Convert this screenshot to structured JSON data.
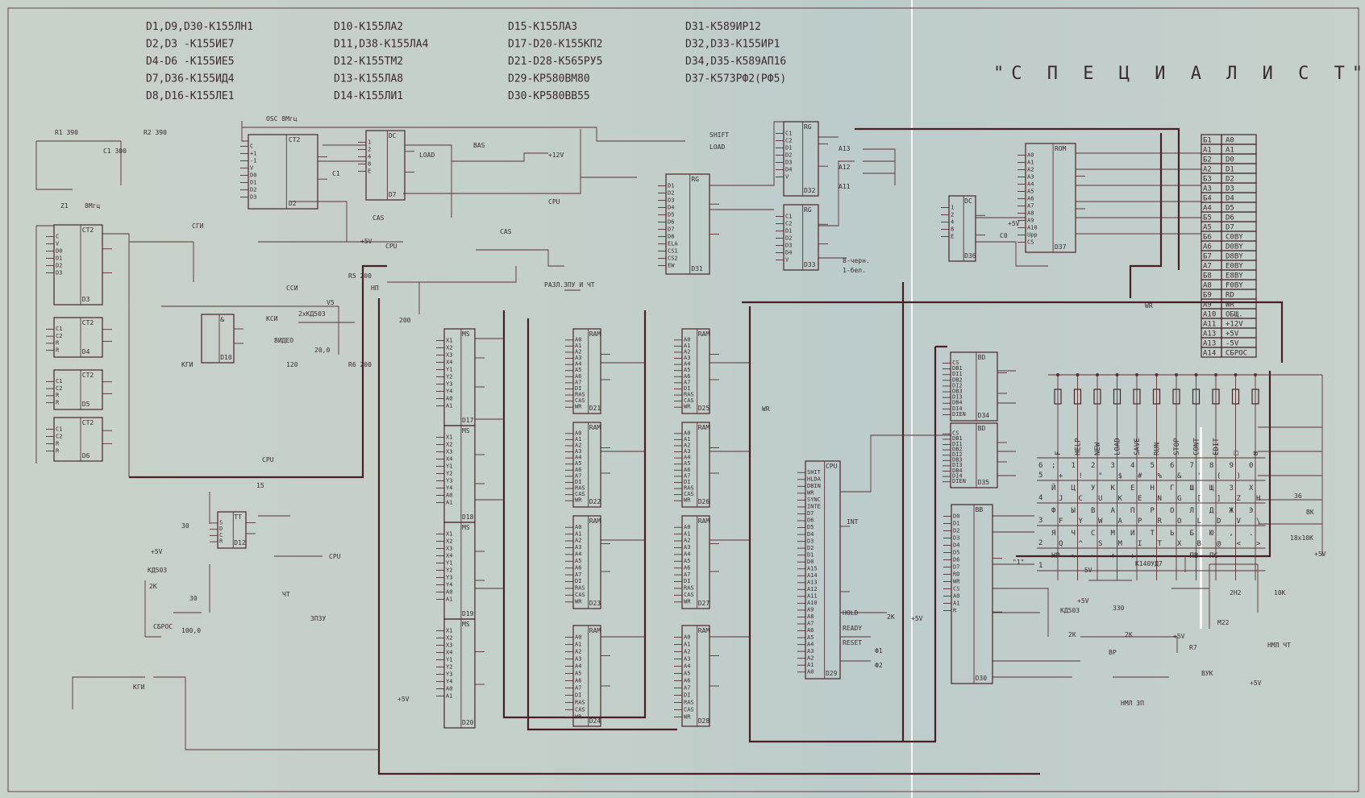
{
  "title": "\"С П Е Ц И А Л И С  Т\"  РУ5",
  "parts_list": [
    [
      "D1,D9,D30-К155ЛН1",
      "D2,D3 -К155ИЕ7",
      "D4-D6 -К155ИЕ5",
      "D7,D36-К155ИД4",
      "D8,D16-К155ЛЕ1"
    ],
    [
      "D10-К155ЛА2",
      "D11,D38-К155ЛА4",
      "D12-К155ТМ2",
      "D13-К155ЛА8",
      "D14-К155ЛИ1"
    ],
    [
      "D15-К155ЛА3",
      "D17-D20-К155КП2",
      "D21-D28-К565РУ5",
      "D29-КР580ВМ80",
      "D30-КР580ВВ55"
    ],
    [
      "D31-К589ИР12",
      "D32,D33-К155ИР1",
      "D34,D35-К589АП16",
      "D37-К573РФ2(РФ5)"
    ]
  ],
  "chips": [
    {
      "id": "D2",
      "type": "CT2",
      "pins": [
        "C",
        "+1",
        "-1",
        "V",
        "D0",
        "D1",
        "D2",
        "D3"
      ]
    },
    {
      "id": "D3",
      "type": "CT2",
      "pins": [
        "C",
        "V",
        "D0",
        "D1",
        "D2",
        "D3"
      ]
    },
    {
      "id": "D4",
      "type": "CT2",
      "pins": [
        "C1",
        "C2",
        "R",
        "R"
      ]
    },
    {
      "id": "D5",
      "type": "CT2",
      "pins": [
        "C1",
        "C2",
        "R",
        "R"
      ]
    },
    {
      "id": "D6",
      "type": "CT2",
      "pins": [
        "C1",
        "C2",
        "R",
        "R"
      ]
    },
    {
      "id": "D7",
      "type": "DC",
      "pins": [
        "1",
        "2",
        "4",
        "8",
        "E"
      ]
    },
    {
      "id": "D10",
      "type": "&",
      "pins": []
    },
    {
      "id": "D12",
      "type": "TT",
      "pins": [
        "S",
        "D",
        "C",
        "R"
      ]
    },
    {
      "id": "D17",
      "type": "MS",
      "pins": [
        "X1",
        "X2",
        "X3",
        "X4",
        "Y1",
        "Y2",
        "Y3",
        "Y4",
        "A0",
        "A1"
      ]
    },
    {
      "id": "D18",
      "type": "MS",
      "pins": [
        "X1",
        "X2",
        "X3",
        "X4",
        "Y1",
        "Y2",
        "Y3",
        "Y4",
        "A0",
        "A1"
      ]
    },
    {
      "id": "D19",
      "type": "MS",
      "pins": [
        "X1",
        "X2",
        "X3",
        "X4",
        "Y1",
        "Y2",
        "Y3",
        "Y4",
        "A0",
        "A1"
      ]
    },
    {
      "id": "D20",
      "type": "MS",
      "pins": [
        "X1",
        "X2",
        "X3",
        "X4",
        "Y1",
        "Y2",
        "Y3",
        "Y4",
        "A0",
        "A1"
      ]
    },
    {
      "id": "D21",
      "type": "RAM",
      "pins": [
        "A0",
        "A1",
        "A2",
        "A3",
        "A4",
        "A5",
        "A6",
        "A7",
        "DI",
        "RAS",
        "CAS",
        "WR"
      ]
    },
    {
      "id": "D22",
      "type": "RAM",
      "pins": [
        "A0",
        "A1",
        "A2",
        "A3",
        "A4",
        "A5",
        "A6",
        "A7",
        "DI",
        "RAS",
        "CAS",
        "WR"
      ]
    },
    {
      "id": "D23",
      "type": "RAM",
      "pins": [
        "A0",
        "A1",
        "A2",
        "A3",
        "A4",
        "A5",
        "A6",
        "A7",
        "DI",
        "RAS",
        "CAS",
        "WR"
      ]
    },
    {
      "id": "D24",
      "type": "RAM",
      "pins": [
        "A0",
        "A1",
        "A2",
        "A3",
        "A4",
        "A5",
        "A6",
        "A7",
        "DI",
        "RAS",
        "CAS",
        "WR"
      ]
    },
    {
      "id": "D25",
      "type": "RAM",
      "pins": [
        "A0",
        "A1",
        "A2",
        "A3",
        "A4",
        "A5",
        "A6",
        "A7",
        "DI",
        "RAS",
        "CAS",
        "WR"
      ]
    },
    {
      "id": "D26",
      "type": "RAM",
      "pins": [
        "A0",
        "A1",
        "A2",
        "A3",
        "A4",
        "A5",
        "A6",
        "A7",
        "DI",
        "RAS",
        "CAS",
        "WR"
      ]
    },
    {
      "id": "D27",
      "type": "RAM",
      "pins": [
        "A0",
        "A1",
        "A2",
        "A3",
        "A4",
        "A5",
        "A6",
        "A7",
        "DI",
        "RAS",
        "CAS",
        "WR"
      ]
    },
    {
      "id": "D28",
      "type": "RAM",
      "pins": [
        "A0",
        "A1",
        "A2",
        "A3",
        "A4",
        "A5",
        "A6",
        "A7",
        "DI",
        "RAS",
        "CAS",
        "WR"
      ]
    },
    {
      "id": "D29",
      "type": "CPU",
      "pins": [
        "SHIT",
        "HLDA",
        "DBIN",
        "WR",
        "SYNC",
        "INTE",
        "D7",
        "D6",
        "D5",
        "D4",
        "D3",
        "D2",
        "D1",
        "D0",
        "A15",
        "A14",
        "A13",
        "A12",
        "A11",
        "A10",
        "A9",
        "A8",
        "A7",
        "A6",
        "A5",
        "A4",
        "A3",
        "A2",
        "A1",
        "A0"
      ]
    },
    {
      "id": "D30",
      "type": "BB",
      "pins": [
        "D0",
        "D1",
        "D2",
        "D3",
        "D4",
        "D5",
        "D6",
        "D7",
        "RD",
        "WR",
        "CS",
        "A0",
        "A1",
        "R"
      ]
    },
    {
      "id": "D31",
      "type": "RG",
      "pins": [
        "D1",
        "D2",
        "D3",
        "D4",
        "D5",
        "D6",
        "D7",
        "D8",
        "ELA",
        "CS1",
        "CS2",
        "EW"
      ]
    },
    {
      "id": "D32",
      "type": "RG",
      "pins": [
        "C1",
        "C2",
        "D1",
        "D2",
        "D3",
        "D4",
        "V"
      ]
    },
    {
      "id": "D33",
      "type": "RG",
      "pins": [
        "C1",
        "C2",
        "D1",
        "D2",
        "D3",
        "D4",
        "V"
      ]
    },
    {
      "id": "D34",
      "type": "BD",
      "pins": [
        "CS",
        "DB1",
        "DI1",
        "DB2",
        "DI2",
        "DB3",
        "DI3",
        "DB4",
        "DI4",
        "DIEN"
      ]
    },
    {
      "id": "D35",
      "type": "BD",
      "pins": [
        "CS",
        "DB1",
        "DI1",
        "DB2",
        "DI2",
        "DB3",
        "DI3",
        "DB4",
        "DI4",
        "DIEN"
      ]
    },
    {
      "id": "D36",
      "type": "DC",
      "pins": [
        "1",
        "2",
        "4",
        "8",
        "E"
      ]
    },
    {
      "id": "D37",
      "type": "ROM",
      "pins": [
        "A0",
        "A1",
        "A2",
        "A3",
        "A4",
        "A5",
        "A6",
        "A7",
        "A8",
        "A9",
        "A10",
        "Upp",
        "CS"
      ]
    }
  ],
  "labels": {
    "osc": "OSC 8Мгц",
    "r1": "R1 390",
    "r2": "R2 390",
    "c1": "C1 300",
    "z1": "Z1",
    "z1f": "8Мгц",
    "c1b": "C1",
    "load": "LOAD",
    "bas": "BAS",
    "p12": "+12V",
    "cpu1": "CPU",
    "cas1": "CAS",
    "cas2": "CAS",
    "p5a": "+5V",
    "cpu2": "CPU",
    "sgi": "СГИ",
    "ssi": "ССИ",
    "ksi": "КСИ",
    "video": "ВИДЕО",
    "kd": "2хКД503",
    "r5": "R5 200",
    "r6": "R6 200",
    "c200": "200",
    "np": "НП",
    "v5": "V5",
    "c20": "20,0",
    "r120": "120",
    "kgi1": "КГИ",
    "raz": "РАЗЛ.ЗПУ И ЧТ",
    "cpu3": "CPU",
    "cpu4": "CPU",
    "c15": "15",
    "c30a": "30",
    "kd503": "КД503",
    "r2k": "2К",
    "sbros": "СБРОС",
    "c100": "100,0",
    "c30b": "30",
    "p5b": "+5V",
    "zpzu": "ЗПЗУ",
    "cht": "ЧТ",
    "kgi2": "КГИ",
    "p5c": "+5V",
    "wr1": "WR",
    "shift": "SHIFT",
    "load2": "LOAD",
    "bw": "8-черн.",
    "bw2": "1-бел.",
    "a13": "A13",
    "a12": "A12",
    "a11": "A11",
    "c0": "C0",
    "p5d": "+5V",
    "wr2": "WR",
    "int": "INT",
    "hold": "HOLD",
    "ready": "READY",
    "reset": "RESET",
    "r2k2": "2K",
    "p5e": "+5V",
    "f1": "Ф1",
    "f2": "Ф2",
    "q1": "\"1\"",
    "m5": "-5V",
    "p5f": "+5V",
    "r330": "330",
    "kd2": "КД503",
    "opamp": "К140УД7",
    "c2n2": "2Н2",
    "r10k": "10К",
    "m22": "М22",
    "nmlcht": "НМЛ ЧТ",
    "nmlzp": "НМЛ ЗП",
    "vuk": "ВУК",
    "p5g": "+5V",
    "r2k3": "2K",
    "r2k4": "2K",
    "p5h": "+5V",
    "vr": "ВР",
    "r7": "R7",
    "k18": "18x10К",
    "vk": "ВК",
    "k36": "36",
    "p5i": "+5V"
  },
  "connector": [
    [
      "Б1",
      "A0"
    ],
    [
      "А1",
      "A1"
    ],
    [
      "Б2",
      "D0"
    ],
    [
      "А2",
      "D1"
    ],
    [
      "Б3",
      "D2"
    ],
    [
      "А3",
      "D3"
    ],
    [
      "Б4",
      "D4"
    ],
    [
      "А4",
      "D5"
    ],
    [
      "Б5",
      "D6"
    ],
    [
      "А5",
      "D7"
    ],
    [
      "Б6",
      "C0BY"
    ],
    [
      "А6",
      "D0BY"
    ],
    [
      "Б7",
      "D8BY"
    ],
    [
      "А7",
      "E0BY"
    ],
    [
      "Б8",
      "E8BY"
    ],
    [
      "А8",
      "F0BY"
    ],
    [
      "Б9",
      "RD"
    ],
    [
      "А9",
      "WR"
    ],
    [
      "А10",
      "ОБЩ."
    ],
    [
      "А11",
      "+12V"
    ],
    [
      "А13",
      "+5V"
    ],
    [
      "А13",
      "-5V"
    ],
    [
      "А14",
      "СБРОС"
    ]
  ],
  "keyboard": {
    "function_keys": [
      "F",
      "HELP",
      "NEW",
      "LOAD",
      "SAVE",
      "RUN",
      "STOP",
      "CONT",
      "EDIT",
      "□",
      "⊠"
    ],
    "row_numbers": [
      "6",
      "5",
      "4",
      "3",
      "2",
      "1"
    ],
    "rows": [
      [
        [
          ";",
          "+"
        ],
        [
          "1",
          "!"
        ],
        [
          "2",
          "\""
        ],
        [
          "3",
          "$"
        ],
        [
          "4",
          "#"
        ],
        [
          "5",
          "%"
        ],
        [
          "6",
          "&"
        ],
        [
          "7",
          "'"
        ],
        [
          "8",
          "("
        ],
        [
          "9",
          ")"
        ],
        [
          "0",
          ""
        ]
      ],
      [
        [
          "Й",
          "J"
        ],
        [
          "Ц",
          "C"
        ],
        [
          "У",
          "U"
        ],
        [
          "К",
          "K"
        ],
        [
          "Е",
          "E"
        ],
        [
          "Н",
          "N"
        ],
        [
          "Г",
          "G"
        ],
        [
          "Ш",
          "["
        ],
        [
          "Щ",
          "]"
        ],
        [
          "З",
          "Z"
        ],
        [
          "Х",
          "H"
        ]
      ],
      [
        [
          "Ф",
          "F"
        ],
        [
          "Ы",
          "Y"
        ],
        [
          "В",
          "W"
        ],
        [
          "А",
          "A"
        ],
        [
          "П",
          "P"
        ],
        [
          "Р",
          "R"
        ],
        [
          "О",
          "O"
        ],
        [
          "Л",
          "L"
        ],
        [
          "Д",
          "D"
        ],
        [
          "Ж",
          "V"
        ],
        [
          "Э",
          "\\"
        ]
      ],
      [
        [
          "Я",
          "Q"
        ],
        [
          "Ч",
          "^"
        ],
        [
          "С",
          "S"
        ],
        [
          "М",
          "M"
        ],
        [
          "И",
          "I"
        ],
        [
          "Т",
          "T"
        ],
        [
          "Ь",
          "X"
        ],
        [
          "Б",
          "B"
        ],
        [
          "Ю",
          "@"
        ],
        [
          ",",
          "<"
        ],
        [
          ".",
          ">"
        ]
      ],
      [
        [
          "НР",
          ""
        ],
        [
          "↖",
          ""
        ],
        [
          "←",
          ""
        ],
        [
          "↑",
          ""
        ],
        [
          "↓",
          ""
        ],
        [
          "→",
          ""
        ],
        [
          "",
          ""
        ],
        [
          "ПВ",
          ""
        ],
        [
          "ПС",
          ""
        ],
        [
          "",
          ""
        ],
        [
          "",
          ""
        ]
      ]
    ]
  },
  "colors": {
    "paper": "#c5d0c9",
    "ink": "#4a2328"
  }
}
